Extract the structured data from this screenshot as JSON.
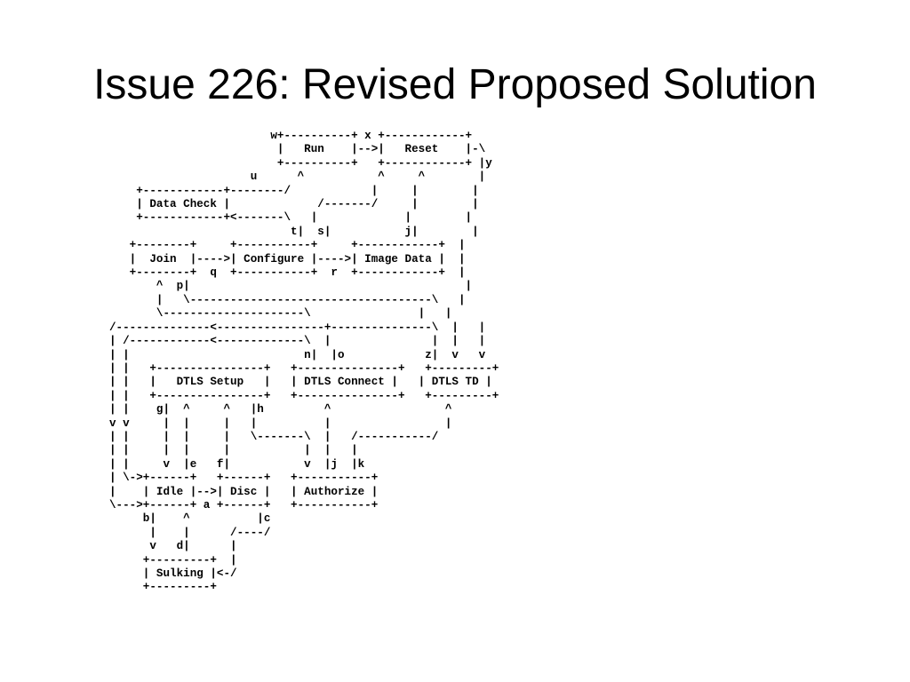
{
  "slide": {
    "title": "Issue 226: Revised Proposed Solution",
    "diagram_lines": [
      "                        w+----------+ x +------------+",
      "                         |   Run    |-->|   Reset    |-\\",
      "                         +----------+   +------------+ |y",
      "                     u      ^           ^     ^        |",
      "    +------------+--------/            |     |        |",
      "    | Data Check |             /-------/     |        |",
      "    +------------+<-------\\   |             |        |",
      "                           t|  s|           j|        |",
      "   +--------+     +-----------+     +------------+  |",
      "   |  Join  |---->| Configure |---->| Image Data |  |",
      "   +--------+  q  +-----------+  r  +------------+  |",
      "       ^  p|                                         |",
      "       |   \\------------------------------------\\   |",
      "       \\---------------------\\                |   |",
      "/--------------<----------------+---------------\\  |   |",
      "| /------------<-------------\\  |               |  |   |",
      "| |                          n|  |o            z|  v   v",
      "| |   +----------------+   +---------------+   +---------+",
      "| |   |   DTLS Setup   |   | DTLS Connect |   | DTLS TD |",
      "| |   +----------------+   +---------------+   +---------+",
      "| |    g|  ^     ^   |h         ^                 ^",
      "v v     |  |     |   |          |                 |",
      "| |     |  |     |   \\-------\\  |   /-----------/",
      "| |     |  |     |           |  |   |",
      "| |     v  |e   f|           v  |j  |k",
      "| \\->+------+   +------+   +-----------+",
      "|    | Idle |-->| Disc |   | Authorize |",
      "\\--->+------+ a +------+   +-----------+",
      "     b|    ^          |c",
      "      |    |      /----/",
      "      v   d|      |",
      "     +---------+  |",
      "     | Sulking |<-/",
      "     +---------+"
    ]
  }
}
